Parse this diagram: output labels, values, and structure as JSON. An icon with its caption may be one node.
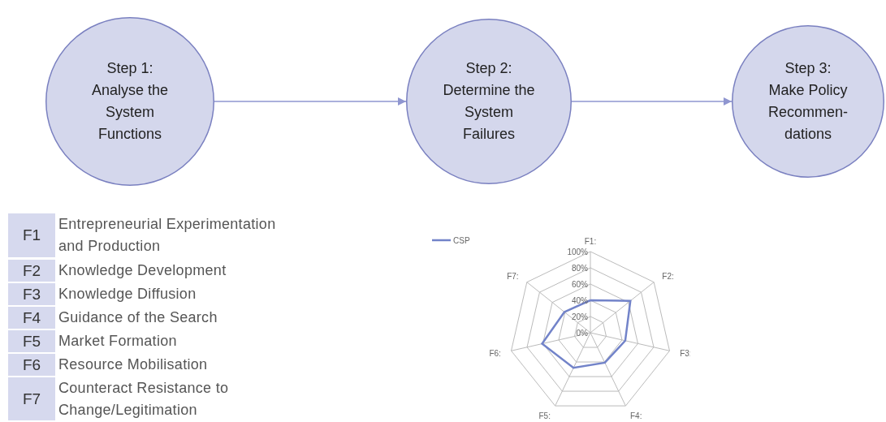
{
  "diagram": {
    "nodes": [
      {
        "text": [
          "Step 1:",
          "Analyse the System Functions"
        ]
      },
      {
        "text": [
          "Step 2:",
          "Determine the System Failures"
        ]
      },
      {
        "text": [
          "Step 3:",
          "Make Policy Recommen- dations"
        ]
      }
    ],
    "edges": [
      {
        "from": 0,
        "to": 1,
        "arrow": "to"
      },
      {
        "from": 1,
        "to": 2,
        "arrow": "to"
      }
    ],
    "labels": [
      "F1",
      "Entrepreneurial Experimentation and Production",
      "F2",
      "Knowledge Development",
      "F3",
      "Knowledge Diffusion",
      "F4",
      "Guidance of the Search",
      "F5",
      "Market Formation",
      "F6",
      "Resource Mobilisation",
      "F7",
      "Counteract Resistance to Change/Legitimation",
      "F1:",
      "100%",
      "80%",
      "F7:",
      "F2:",
      "60%",
      "40%",
      "20%",
      "0%",
      "F6:",
      "F3:",
      "F5:",
      "F4:"
    ],
    "legend": [
      {
        "text": "CSP"
      }
    ]
  }
}
